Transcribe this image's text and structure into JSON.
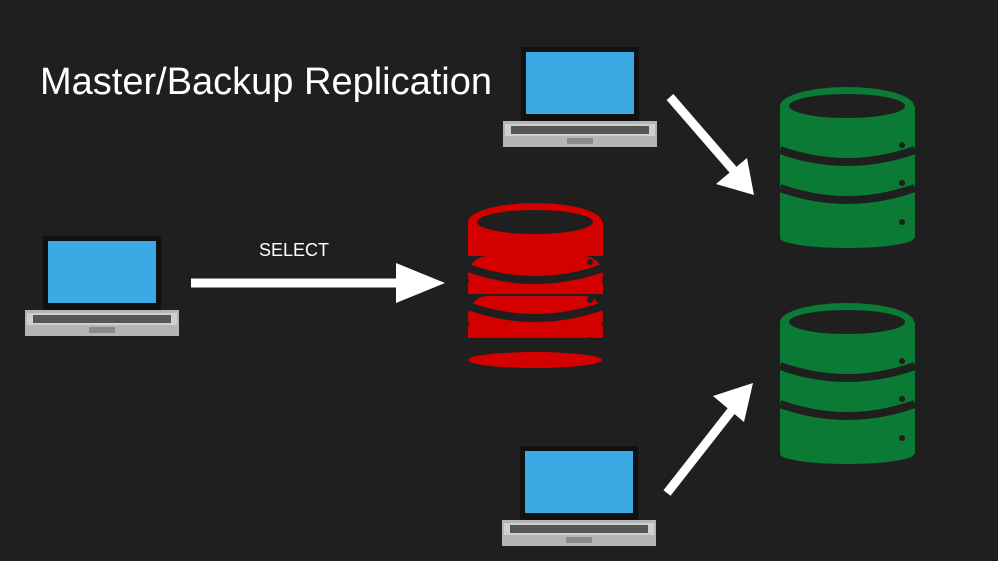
{
  "diagram": {
    "title": "Master/Backup Replication",
    "edge_label": "SELECT"
  },
  "colors": {
    "background": "#1f1f1f",
    "master_db": "#d40000",
    "backup_db": "#0b7a34",
    "laptop_screen": "#3ba9e3",
    "arrow": "#ffffff"
  },
  "nodes": [
    {
      "id": "client-left",
      "kind": "laptop-icon"
    },
    {
      "id": "client-top",
      "kind": "laptop-icon"
    },
    {
      "id": "client-bottom",
      "kind": "laptop-icon"
    },
    {
      "id": "master",
      "kind": "database-icon",
      "role": "master",
      "color": "red"
    },
    {
      "id": "backup-1",
      "kind": "database-icon",
      "role": "backup",
      "color": "green"
    },
    {
      "id": "backup-2",
      "kind": "database-icon",
      "role": "backup",
      "color": "green"
    }
  ],
  "edges": [
    {
      "from": "client-left",
      "to": "master",
      "label": "SELECT"
    },
    {
      "from": "client-top",
      "to": "backup-1"
    },
    {
      "from": "client-bottom",
      "to": "backup-2"
    }
  ]
}
